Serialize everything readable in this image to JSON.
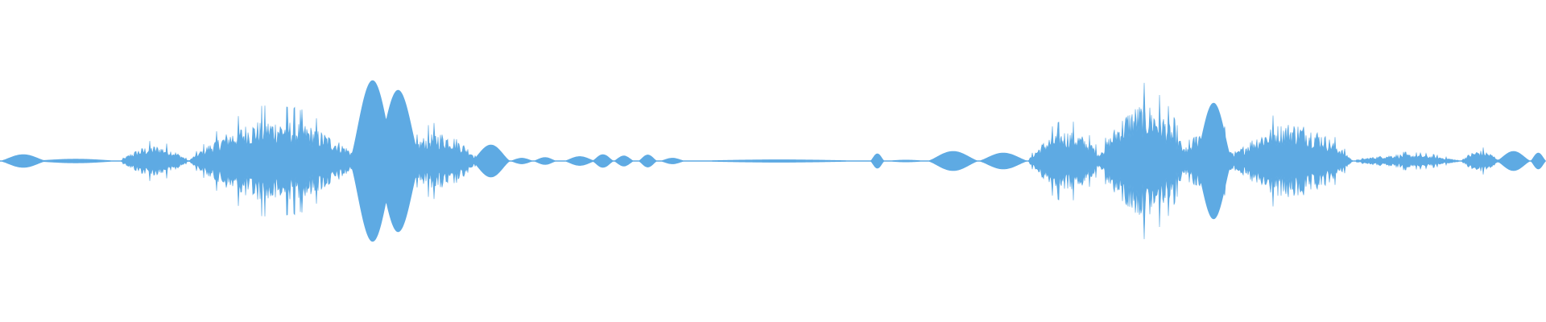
{
  "waveform": {
    "color": "#5eaae3",
    "background": "#ffffff",
    "style": "mirrored-amplitude-envelope",
    "segments": [
      {
        "name": "bump-1",
        "start": 0.0,
        "end": 0.03,
        "peak": 0.04,
        "shape": "smooth"
      },
      {
        "name": "tail-1",
        "start": 0.02,
        "end": 0.078,
        "peak": 0.012,
        "shape": "smooth"
      },
      {
        "name": "burst-1",
        "start": 0.078,
        "end": 0.122,
        "peak": 0.08,
        "shape": "noisy"
      },
      {
        "name": "burst-2",
        "start": 0.122,
        "end": 0.235,
        "peak": 0.22,
        "shape": "noisy"
      },
      {
        "name": "spike-1",
        "start": 0.226,
        "end": 0.256,
        "peak": 0.5,
        "shape": "smooth"
      },
      {
        "name": "spike-2",
        "start": 0.243,
        "end": 0.272,
        "peak": 0.44,
        "shape": "smooth"
      },
      {
        "name": "burst-3",
        "start": 0.258,
        "end": 0.31,
        "peak": 0.15,
        "shape": "noisy"
      },
      {
        "name": "bump-2",
        "start": 0.305,
        "end": 0.33,
        "peak": 0.1,
        "shape": "smooth"
      },
      {
        "name": "blip-1",
        "start": 0.33,
        "end": 0.345,
        "peak": 0.018,
        "shape": "smooth"
      },
      {
        "name": "blip-2",
        "start": 0.345,
        "end": 0.36,
        "peak": 0.022,
        "shape": "smooth"
      },
      {
        "name": "blip-3",
        "start": 0.365,
        "end": 0.385,
        "peak": 0.028,
        "shape": "smooth"
      },
      {
        "name": "blip-4",
        "start": 0.383,
        "end": 0.397,
        "peak": 0.04,
        "shape": "smooth"
      },
      {
        "name": "blip-5",
        "start": 0.397,
        "end": 0.41,
        "peak": 0.032,
        "shape": "smooth"
      },
      {
        "name": "blip-6",
        "start": 0.413,
        "end": 0.425,
        "peak": 0.038,
        "shape": "smooth"
      },
      {
        "name": "blip-7",
        "start": 0.427,
        "end": 0.443,
        "peak": 0.018,
        "shape": "smooth"
      },
      {
        "name": "blip-8",
        "start": 0.443,
        "end": 0.565,
        "peak": 0.008,
        "shape": "smooth"
      },
      {
        "name": "blip-9",
        "start": 0.563,
        "end": 0.572,
        "peak": 0.045,
        "shape": "smooth"
      },
      {
        "name": "blip-10",
        "start": 0.572,
        "end": 0.6,
        "peak": 0.006,
        "shape": "smooth"
      },
      {
        "name": "ramp-1",
        "start": 0.6,
        "end": 0.633,
        "peak": 0.06,
        "shape": "smooth"
      },
      {
        "name": "bump-3",
        "start": 0.633,
        "end": 0.665,
        "peak": 0.05,
        "shape": "smooth"
      },
      {
        "name": "burst-4",
        "start": 0.665,
        "end": 0.715,
        "peak": 0.16,
        "shape": "noisy"
      },
      {
        "name": "burst-5",
        "start": 0.71,
        "end": 0.77,
        "peak": 0.3,
        "shape": "noisy"
      },
      {
        "name": "burst-6",
        "start": 0.765,
        "end": 0.8,
        "peak": 0.2,
        "shape": "noisy"
      },
      {
        "name": "spike-3",
        "start": 0.773,
        "end": 0.797,
        "peak": 0.36,
        "shape": "smooth"
      },
      {
        "name": "burst-7",
        "start": 0.795,
        "end": 0.875,
        "peak": 0.2,
        "shape": "noisy"
      },
      {
        "name": "tail-2",
        "start": 0.875,
        "end": 0.945,
        "peak": 0.035,
        "shape": "noisy"
      },
      {
        "name": "bump-4",
        "start": 0.945,
        "end": 0.97,
        "peak": 0.055,
        "shape": "noisy"
      },
      {
        "name": "bump-5",
        "start": 0.968,
        "end": 0.99,
        "peak": 0.06,
        "shape": "smooth"
      },
      {
        "name": "bump-6",
        "start": 0.99,
        "end": 1.0,
        "peak": 0.05,
        "shape": "smooth"
      }
    ]
  }
}
